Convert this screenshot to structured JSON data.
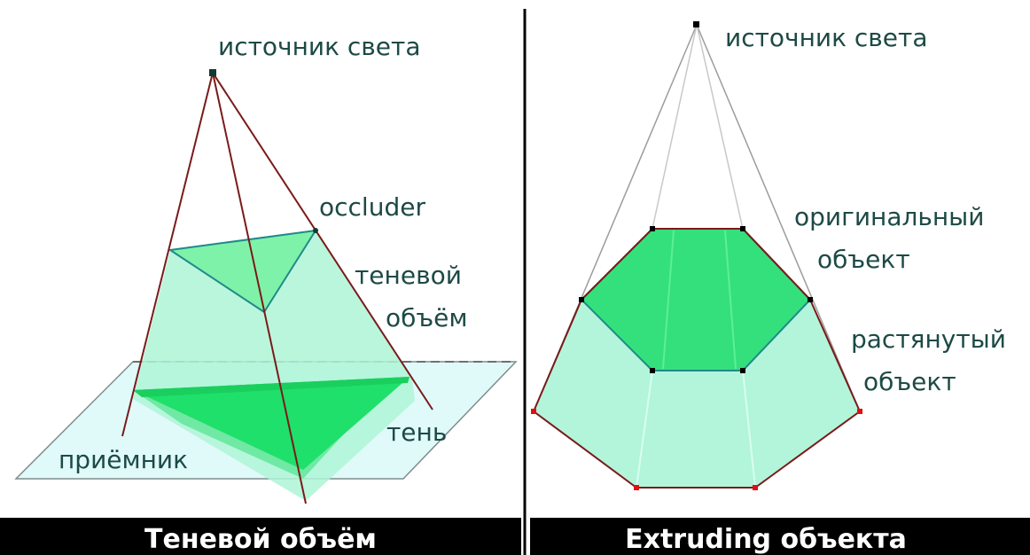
{
  "left_panel": {
    "light_source_label": "источник света",
    "occluder_label": "occluder",
    "shadow_volume_label_line1": "теневой",
    "shadow_volume_label_line2": "объём",
    "shadow_label": "тень",
    "receiver_label": "приёмник",
    "caption": "Теневой объём"
  },
  "right_panel": {
    "light_source_label": "источник света",
    "original_object_line1": "оригинальный",
    "original_object_line2": "объект",
    "extruded_object_line1": "растянутый",
    "extruded_object_line2": "объект",
    "caption": "Extruding объекта"
  },
  "colors": {
    "caption_bar": "#000000",
    "label_text": "#1d4a46",
    "volume_fill": "#aef5d6",
    "occluder_fill": "#7ff2a9",
    "shadow_fill": "#1fe06a",
    "receiver_fill": "#e0fafa",
    "edge_dark_red": "#7a1a1a",
    "edge_teal": "#1f8a8a",
    "extrude_fill": "#b2f5da",
    "original_fill": "#34e07c"
  }
}
